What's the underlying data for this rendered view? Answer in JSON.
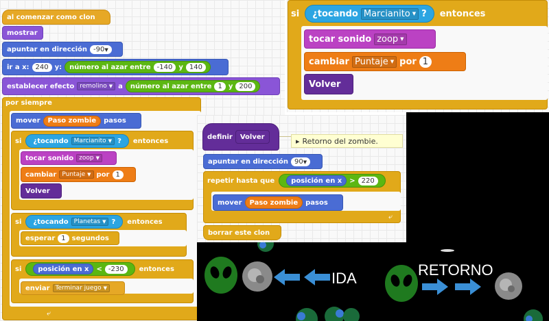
{
  "main": {
    "hat": "al comenzar como clon",
    "show": "mostrar",
    "point_dir_label": "apuntar en dirección",
    "point_dir_value": "-90",
    "goto_label": "ir a x:",
    "goto_x": "240",
    "goto_y_label": "y:",
    "rand_label": "número al azar entre",
    "rand_from": "-140",
    "rand_and": "y",
    "rand_to": "140",
    "effect_label": "establecer efecto",
    "effect_value": "remolino",
    "effect_a": "a",
    "effect_rand_label": "número al azar entre",
    "effect_rand_from": "1",
    "effect_rand_and": "y",
    "effect_rand_to": "200",
    "forever": "por siempre",
    "move_label": "mover",
    "move_var": "Paso zombie",
    "move_suffix": "pasos",
    "if1": "si",
    "touching_label": "¿tocando",
    "touching1": "Marcianito",
    "q": "?",
    "then": "entonces",
    "sound_label": "tocar sonido",
    "sound_value": "zoop",
    "change_label": "cambiar",
    "change_var": "Puntaje",
    "change_by": "por",
    "change_value": "1",
    "volver": "Volver",
    "if2": "si",
    "touching2": "Planetas",
    "wait_label": "esperar",
    "wait_value": "1",
    "wait_suffix": "segundos",
    "if3": "si",
    "pos_x": "posición en x",
    "lt": "<",
    "lt_value": "-230",
    "broadcast_label": "enviar",
    "broadcast_value": "Terminar juego"
  },
  "top": {
    "if": "si",
    "touching_label": "¿tocando",
    "touching": "Marcianito",
    "q": "?",
    "then": "entonces",
    "sound_label": "tocar sonido",
    "sound_value": "zoop",
    "change_label": "cambiar",
    "change_var": "Puntaje",
    "change_by": "por",
    "change_value": "1",
    "volver": "Volver"
  },
  "mid": {
    "define": "definir",
    "define_name": "Volver",
    "comment": "Retorno del zombie.",
    "point_dir_label": "apuntar en dirección",
    "point_dir_value": "90",
    "repeat_label": "repetir hasta que",
    "pos_x": "posición en x",
    "gt": ">",
    "gt_value": "220",
    "move_label": "mover",
    "move_var": "Paso zombie",
    "move_suffix": "pasos",
    "delete": "borrar este clon"
  },
  "stage": {
    "ida": "IDA",
    "retorno": "RETORNO"
  },
  "colors": {
    "alien": "#1f7a1f",
    "arrow": "#3a8fd6",
    "planet": "#8a8a8a"
  }
}
